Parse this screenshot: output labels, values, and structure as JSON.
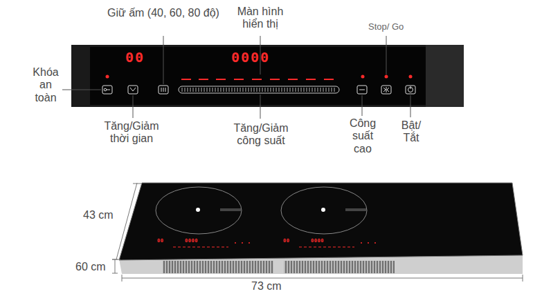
{
  "diagram": {
    "labels": [
      "Khóa an toàn",
      "Giữ ấm (40, 60, 80 độ)",
      "Màn hình hiển thị",
      "Stop/ Go",
      "Tăng/Giảm thời gian",
      "Tăng/Giảm công suất",
      "Công suất cao",
      "Bật/ Tắt",
      "00",
      "0000",
      "43 cm",
      "60 cm",
      "73 cm",
      "00",
      "0000",
      "00",
      "0000"
    ]
  }
}
